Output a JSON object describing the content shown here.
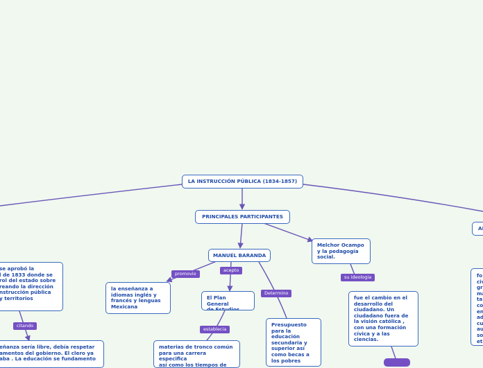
{
  "diagram": {
    "colors": {
      "background": "#f0f8ef",
      "node_border": "#3a6ac0",
      "node_text": "#1e4aa8",
      "connector": "#6a55b8",
      "label_bg": "#7450c4"
    },
    "root": "LA INSTRUCCIÓN PÚBLICA (1834-1857)",
    "participants": "PRINCIPALES PARTICIPANTES",
    "baranda": "MANUEL BARANDA",
    "ocampo": "Melchor Ocampo\ny la pedagogía\nsocial.",
    "right_cut": "AL",
    "right_col": "fo\nciv\ngr\nma\nta\nco\nen\nad\ncu\nau\nso\net",
    "left_top": "se aprobó la\nl de 1833 donde se\nrol del estado sobre\nreando la dirección\nnstrucción pública\ny territorios",
    "left_bottom": "eñanza sería libre, debía respetar\namentos del gobierno.  El clero ya\naba . La educación se fundamento",
    "idiomas": "la enseñanza a\nidiomas inglés y\nfrancés y lenguas\nMexicana",
    "plan": "El Plan General\nde Estudios",
    "materias": "materias de tronco común\npara una carrera especifica\nasí como los tiempos de",
    "presupuesto": "Presupuesto\npara la\neducación\nsecundaria y\nsuperior así\ncomo becas a\nlos pobres",
    "cambio": "fue el  cambio en el\ndesarrollo del\nciudadano. Un\nciudadano fuera de\nla visión católica ,\ncon una formación\ncívica y a las\nciencias.",
    "labels": {
      "citando": "citando",
      "promovio": "promovio",
      "acepto": "acepto",
      "establecia": "establecia",
      "determino": "Determino",
      "ideologia": "su ideologia"
    }
  }
}
